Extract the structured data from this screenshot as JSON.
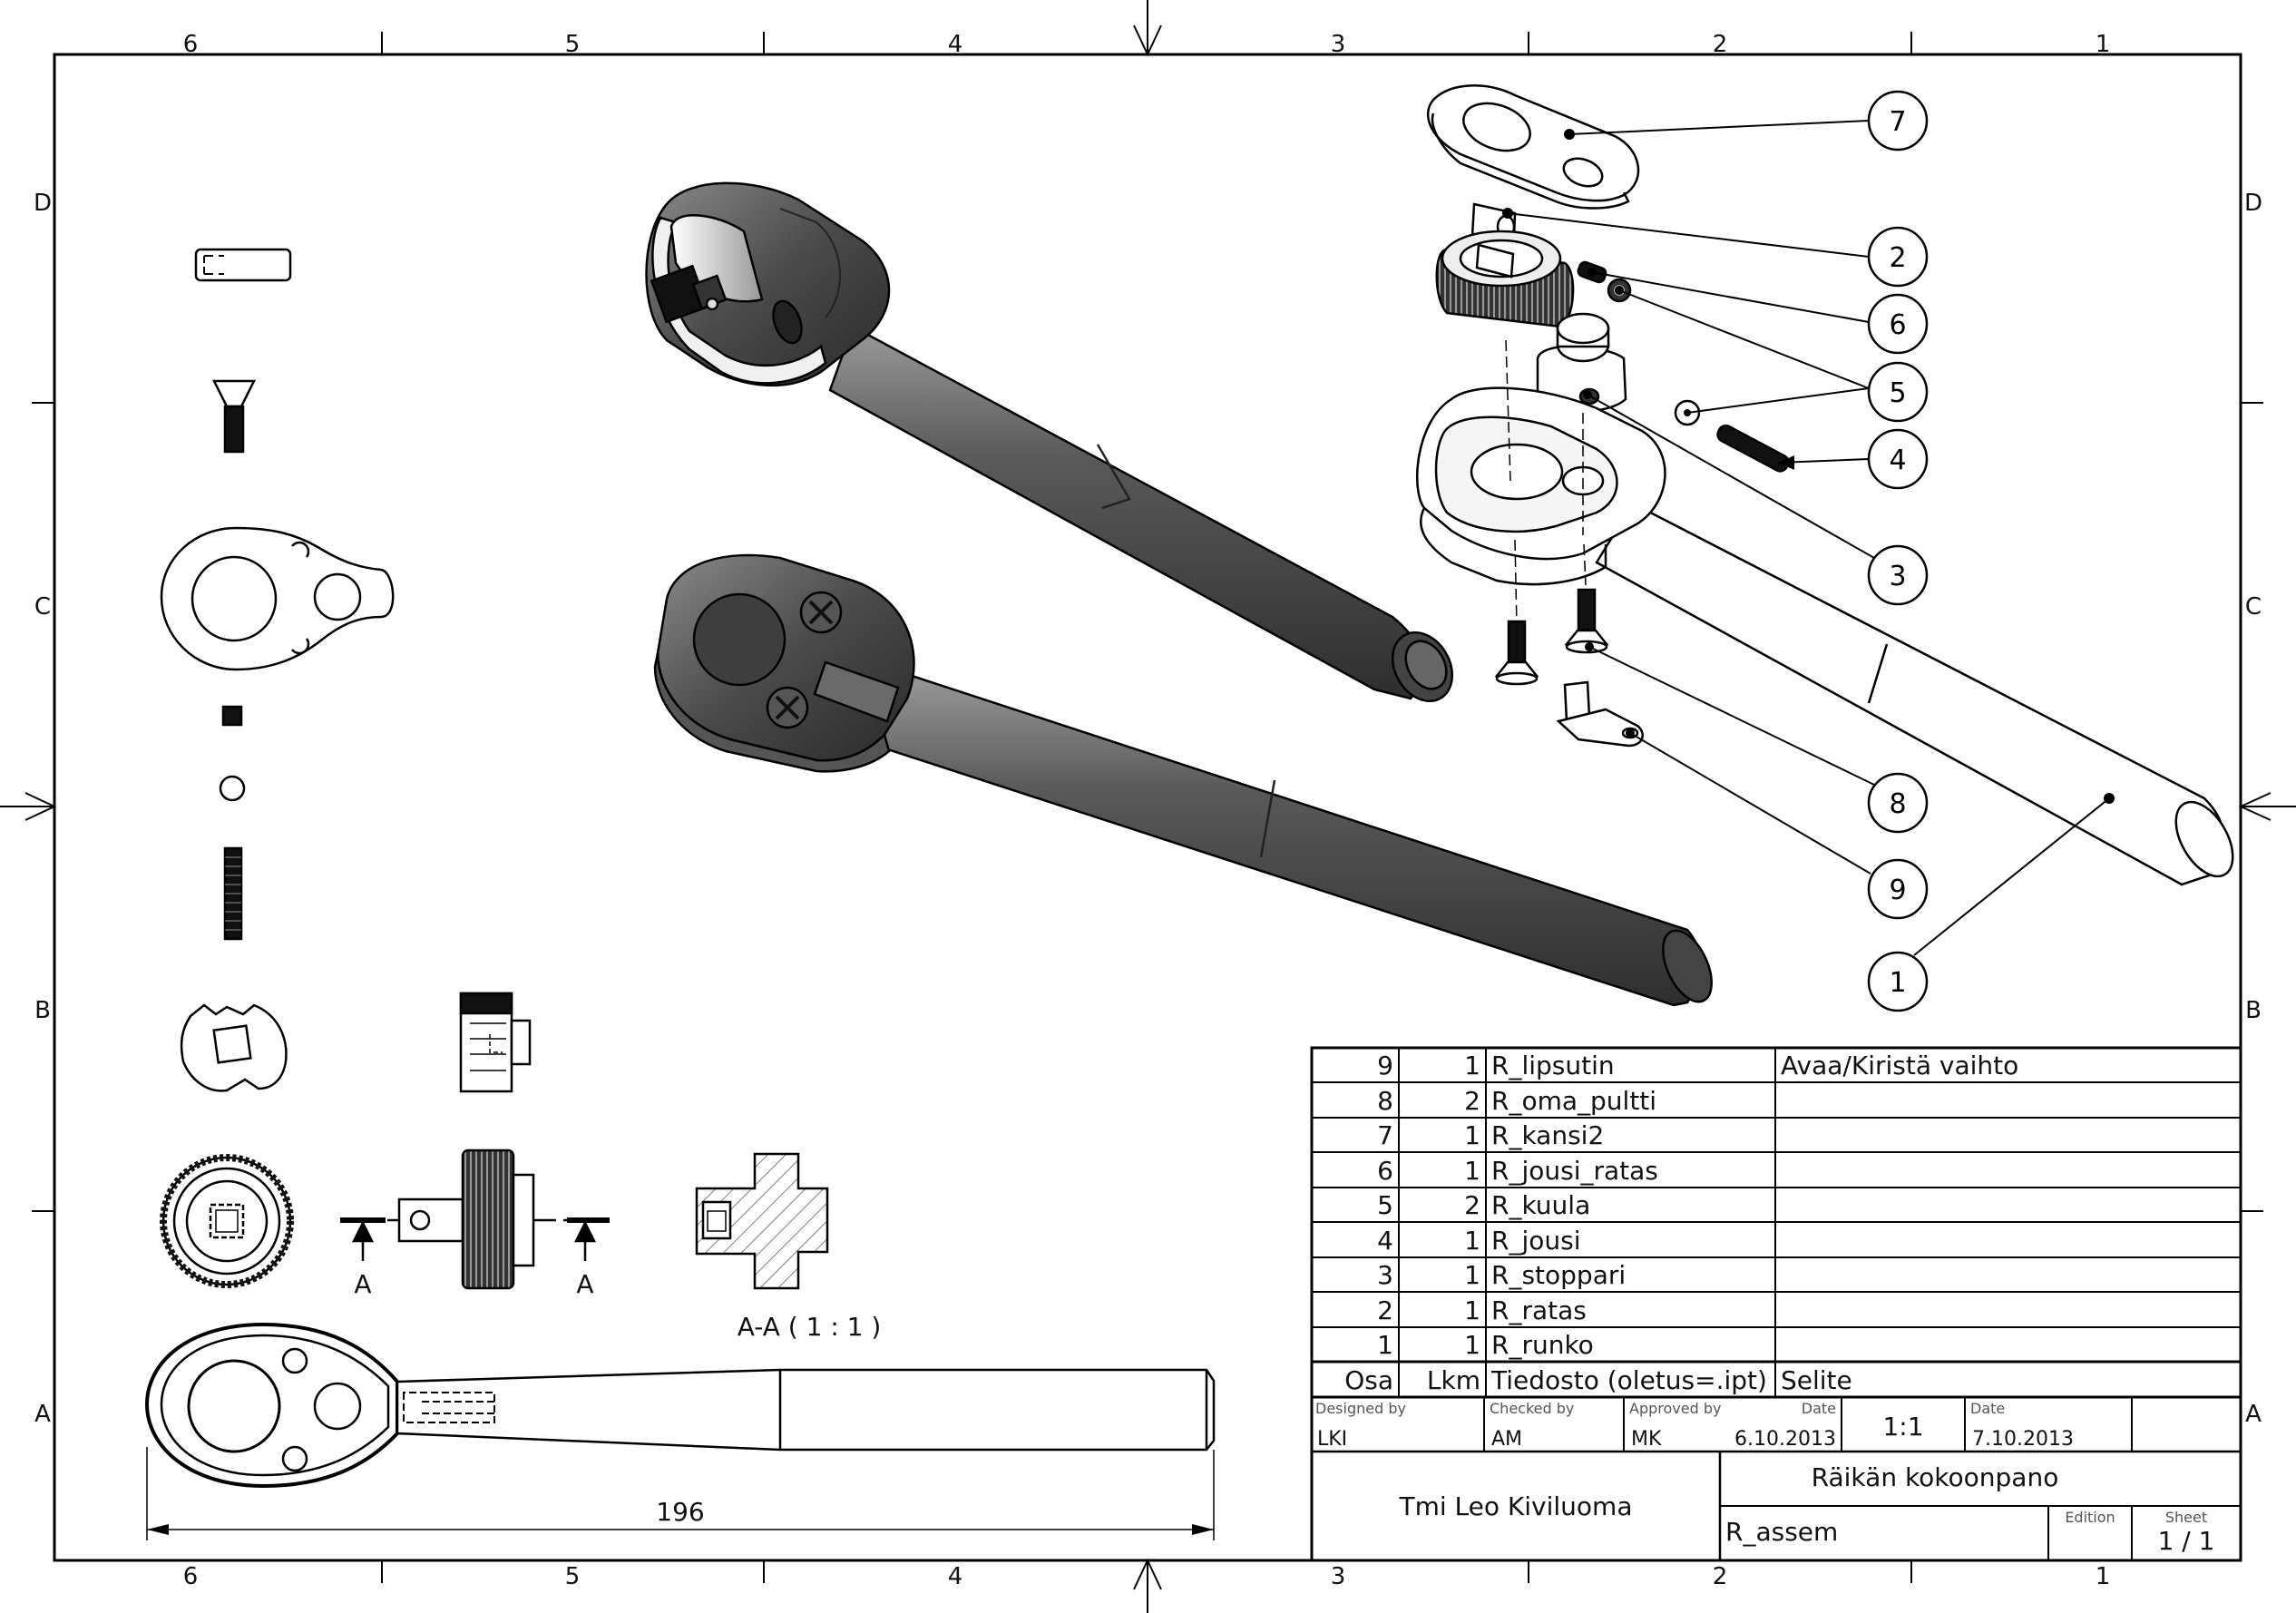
{
  "frame": {
    "column_labels": [
      "6",
      "5",
      "4",
      "3",
      "2",
      "1"
    ],
    "row_labels": [
      "D",
      "C",
      "B",
      "A"
    ]
  },
  "balloons": [
    "7",
    "2",
    "6",
    "5",
    "4",
    "3",
    "8",
    "9",
    "1"
  ],
  "section": {
    "cut_label": "A",
    "view_label": "A-A ( 1 : 1 )"
  },
  "dimension": {
    "length": "196"
  },
  "bom": {
    "rows": [
      {
        "osa": "9",
        "lkm": "1",
        "tiedosto": "R_lipsutin",
        "selite": "Avaa/Kiristä vaihto"
      },
      {
        "osa": "8",
        "lkm": "2",
        "tiedosto": "R_oma_pultti",
        "selite": ""
      },
      {
        "osa": "7",
        "lkm": "1",
        "tiedosto": "R_kansi2",
        "selite": ""
      },
      {
        "osa": "6",
        "lkm": "1",
        "tiedosto": "R_jousi_ratas",
        "selite": ""
      },
      {
        "osa": "5",
        "lkm": "2",
        "tiedosto": "R_kuula",
        "selite": ""
      },
      {
        "osa": "4",
        "lkm": "1",
        "tiedosto": "R_jousi",
        "selite": ""
      },
      {
        "osa": "3",
        "lkm": "1",
        "tiedosto": "R_stoppari",
        "selite": ""
      },
      {
        "osa": "2",
        "lkm": "1",
        "tiedosto": "R_ratas",
        "selite": ""
      },
      {
        "osa": "1",
        "lkm": "1",
        "tiedosto": "R_runko",
        "selite": ""
      }
    ],
    "header": {
      "osa": "Osa",
      "lkm": "Lkm",
      "tiedosto": "Tiedosto (oletus=.ipt)",
      "selite": "Selite"
    }
  },
  "title_block": {
    "designed_by_label": "Designed by",
    "designed_by": "LKI",
    "checked_by_label": "Checked by",
    "checked_by": "AM",
    "approved_by_label": "Approved by",
    "approved_by": "MK",
    "date_label": "Date",
    "approved_date": "6.10.2013",
    "scale": "1:1",
    "date2_label": "Date",
    "date2": "7.10.2013",
    "company": "Tmi Leo Kiviluoma",
    "title": "Räikän kokoonpano",
    "file_name": "R_assem",
    "edition_label": "Edition",
    "sheet_label": "Sheet",
    "sheet": "1 / 1"
  }
}
